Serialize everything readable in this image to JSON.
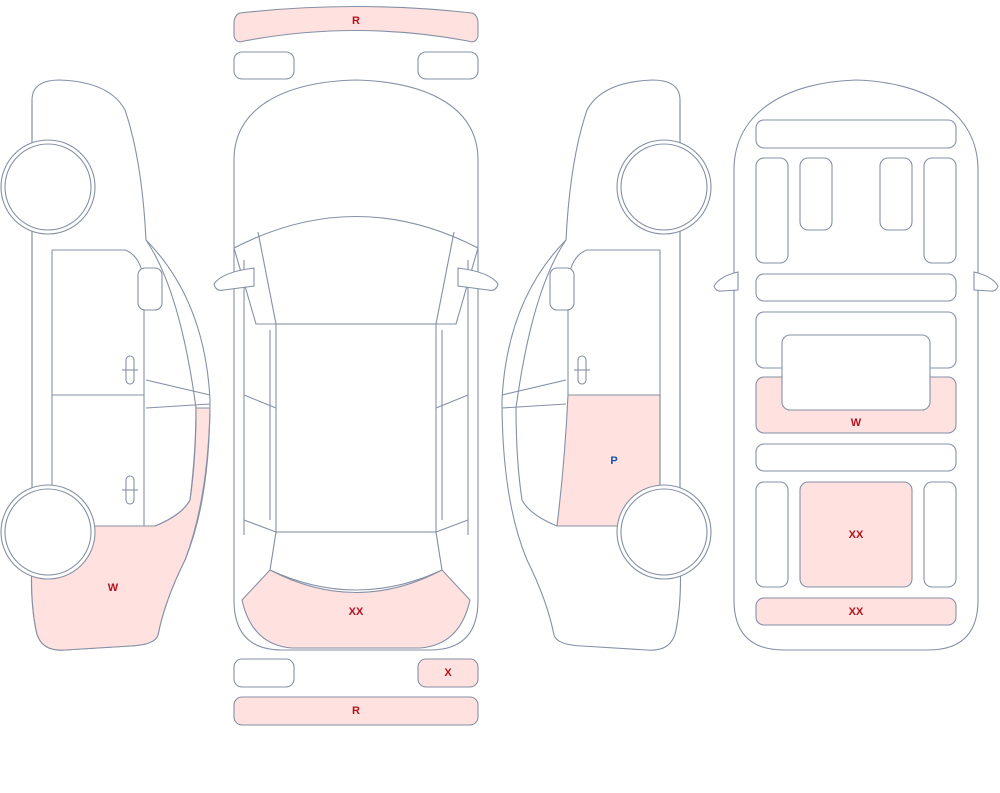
{
  "colors": {
    "outline": "#8590a6",
    "damage_fill": "#ffe1df",
    "label_red": "#b3121f",
    "label_blue": "#1f4fa8"
  },
  "labels": {
    "front_bumper_label": "R",
    "hood_label": "XX",
    "front_right_corner_label": "X",
    "rear_bumper_label": "R",
    "left_rear_quarter_label": "W",
    "right_rear_door_label": "P",
    "roof_rear_panel_label": "W",
    "cargo_floor_label": "XX",
    "rear_sill_label": "XX"
  }
}
